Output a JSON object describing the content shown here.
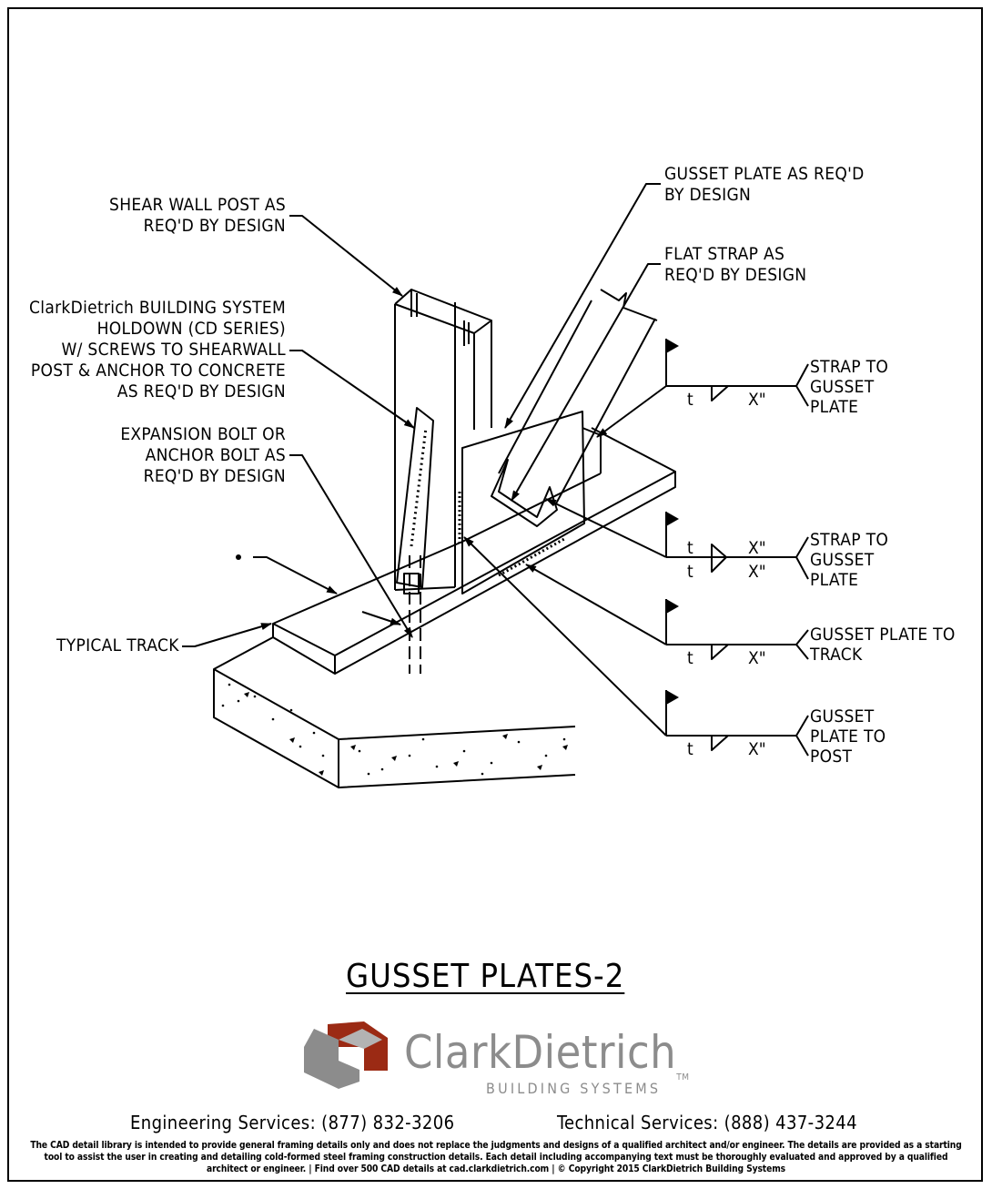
{
  "labels": {
    "shear_post": "SHEAR WALL POST AS\nREQ'D BY DESIGN",
    "holdown": "ClarkDietrich BUILDING SYSTEM\nHOLDOWN (CD SERIES)\nW/ SCREWS TO SHEARWALL\nPOST & ANCHOR TO CONCRETE\nAS REQ'D BY DESIGN",
    "bolt": "EXPANSION BOLT OR\nANCHOR BOLT AS\nREQ'D BY DESIGN",
    "track": "TYPICAL TRACK",
    "gusset": "GUSSET PLATE AS REQ'D\nBY DESIGN",
    "strap": "FLAT STRAP AS\nREQ'D BY DESIGN"
  },
  "welds": [
    {
      "desc": "STRAP TO\nGUSSET\nPLATE",
      "t": "t",
      "size": "X\""
    },
    {
      "desc": "STRAP TO\nGUSSET\nPLATE",
      "t": "t",
      "size": "X\""
    },
    {
      "desc": "GUSSET PLATE TO\nTRACK",
      "t": "t",
      "size": "X\""
    },
    {
      "desc": "GUSSET\nPLATE TO\nPOST",
      "t": "t",
      "size": "X\""
    }
  ],
  "title": "GUSSET PLATES-2",
  "brand": {
    "name": "ClarkDietrich",
    "tm": "TM",
    "sub": "BUILDING SYSTEMS",
    "red": "#9b2a14",
    "gray": "#8c8c8c"
  },
  "contacts": {
    "engineering": "Engineering Services: (877) 832-3206",
    "technical": "Technical Services: (888) 437-3244"
  },
  "disclaimer": "The CAD detail library is intended to provide general framing details only and does not replace the judgments and designs of a qualified architect and/or engineer. The details are provided as a starting tool to assist the user in creating and detailing cold-formed steel framing construction details. Each detail including accompanying text must be thoroughly evaluated and approved by a qualified architect or engineer.   |   Find over 500 CAD details at cad.clarkdietrich.com   |   © Copyright 2015 ClarkDietrich Building Systems"
}
